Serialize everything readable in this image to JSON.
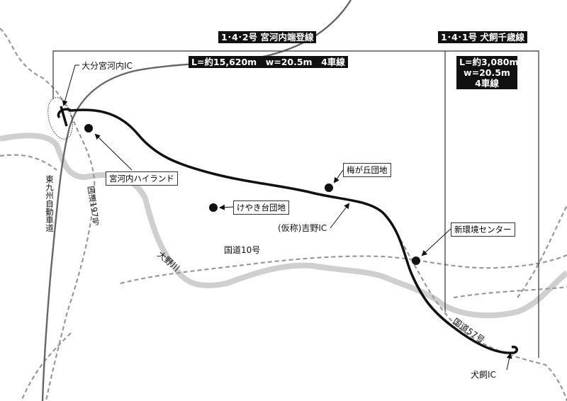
{
  "routes": {
    "west": {
      "name": "1･4･2号 宮河内端登線",
      "spec": "L=約15,620m　w=20.5m　4車線"
    },
    "east": {
      "name": "1･4･1号 犬飼千歳線",
      "spec_length": "L=約3,080m",
      "spec_width": "w=20.5m",
      "spec_lanes": "4車線"
    }
  },
  "places": {
    "oita_ic": "大分宮河内IC",
    "highland": "宮河内ハイランド",
    "umegaoka": "梅が丘団地",
    "keyakidai": "けやき台団地",
    "yoshino_ic": "(仮称)吉野IC",
    "env_center": "新環境センター",
    "inukai_ic": "犬飼IC"
  },
  "roads": {
    "expressway": "東九州自動車道",
    "route197": "国道197号",
    "route10": "国道10号",
    "route57": "国道57号",
    "river": "大野川"
  },
  "colors": {
    "main_road": "#111111",
    "expressway": "#666666",
    "river": "#d0d0d0",
    "dashed_road": "#999999"
  }
}
